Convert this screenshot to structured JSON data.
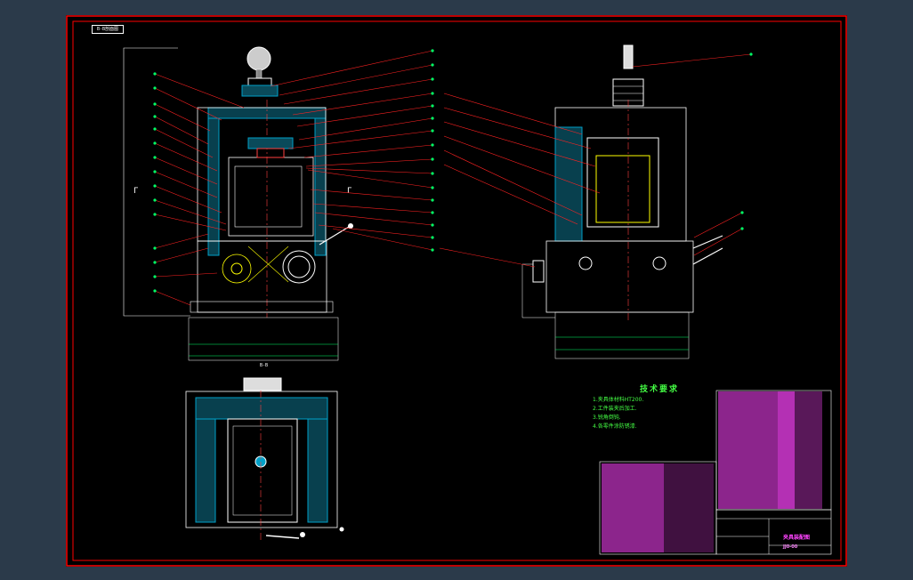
{
  "drawing": {
    "sheet_tag": "B-B剖面图",
    "view_marks": {
      "section_b_b": "B-B"
    },
    "technical_requirements": {
      "title": "技术要求",
      "items": [
        "1.夹具体材料HT200.",
        "2.工件装夹后加工.",
        "3.锐角倒钝.",
        "4.各零件涂防锈漆."
      ]
    },
    "title_block": {
      "name": "夹具装配图",
      "drawing_no": "JJ0-00"
    },
    "colors": {
      "background": "#000000",
      "outline": "#ffffff",
      "border": "#ff0000",
      "hatch": "#00a0c8",
      "leader": "#ff2222",
      "dimension": "#00ff66",
      "table_text": "#ff44ff"
    }
  }
}
